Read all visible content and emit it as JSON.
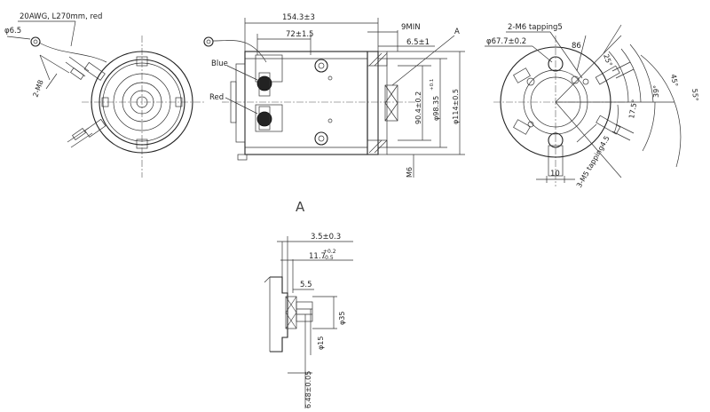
{
  "front_view": {
    "wire_note": "20AWG, L270mm, red",
    "ring_dia": "φ6.5",
    "thread": "2-M8"
  },
  "side_view": {
    "overall_length": "154.3±3",
    "inner_length": "72±1.5",
    "min_gap": "9MIN",
    "flange": "6.5±1",
    "section_ref": "A",
    "label_blue": "Blue",
    "label_red": "Red",
    "dim_h1": "90.4±0.2",
    "dim_h2": "φ98.35",
    "dim_h2_tol": "+0.1",
    "dim_h3": "φ114±0.5",
    "bottom_thread": "M6"
  },
  "back_view": {
    "tap_note": "2-M6 tapping5",
    "pcd": "φ67.7±0.2",
    "dim_86": "86",
    "ang_25": "25°",
    "ang_45": "45°",
    "ang_55": "55°",
    "ang_39": "39°",
    "ang_17": "17.5°",
    "tap_m5": "3-M5 tapping4.5",
    "dim_10": "10"
  },
  "detail_a": {
    "title": "A",
    "d1": "3.5±0.3",
    "d2_main": "11.7",
    "d2_upper": "+0.2",
    "d2_lower": "-0.5",
    "d3": "5.5",
    "d4": "φ35",
    "d5": "φ15",
    "d6": "6.48±0.05"
  }
}
